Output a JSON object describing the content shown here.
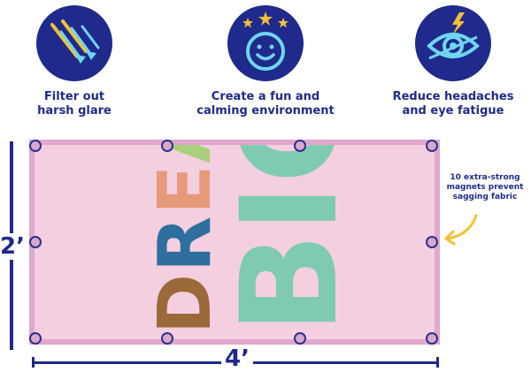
{
  "features": [
    {
      "icon": "glare-filter-icon",
      "caption_lines": [
        "Filter out",
        "harsh glare"
      ]
    },
    {
      "icon": "smiley-stars-icon",
      "caption_lines": [
        "Create a fun and",
        "calming environment"
      ]
    },
    {
      "icon": "eye-lightning-icon",
      "caption_lines": [
        "Reduce headaches",
        "and eye fatigue"
      ]
    }
  ],
  "banner": {
    "text_dream": "DREAM",
    "text_big": "BIG",
    "colors": {
      "background": "#f3cfe0",
      "border": "#dfa8cc",
      "dream_letters": [
        "#7a4a2a",
        "#a8d07a",
        "#e79a7a",
        "#2f6f9e",
        "#9a6a3a"
      ],
      "big": "#7fcbb1"
    }
  },
  "dimensions": {
    "height": "2’",
    "width": "4’"
  },
  "magnet_note": {
    "lines": [
      "10 extra-strong",
      "magnets prevent",
      "sagging fabric"
    ]
  },
  "colors": {
    "navy": "#1f2a8c",
    "arrow": "#f2c231"
  }
}
